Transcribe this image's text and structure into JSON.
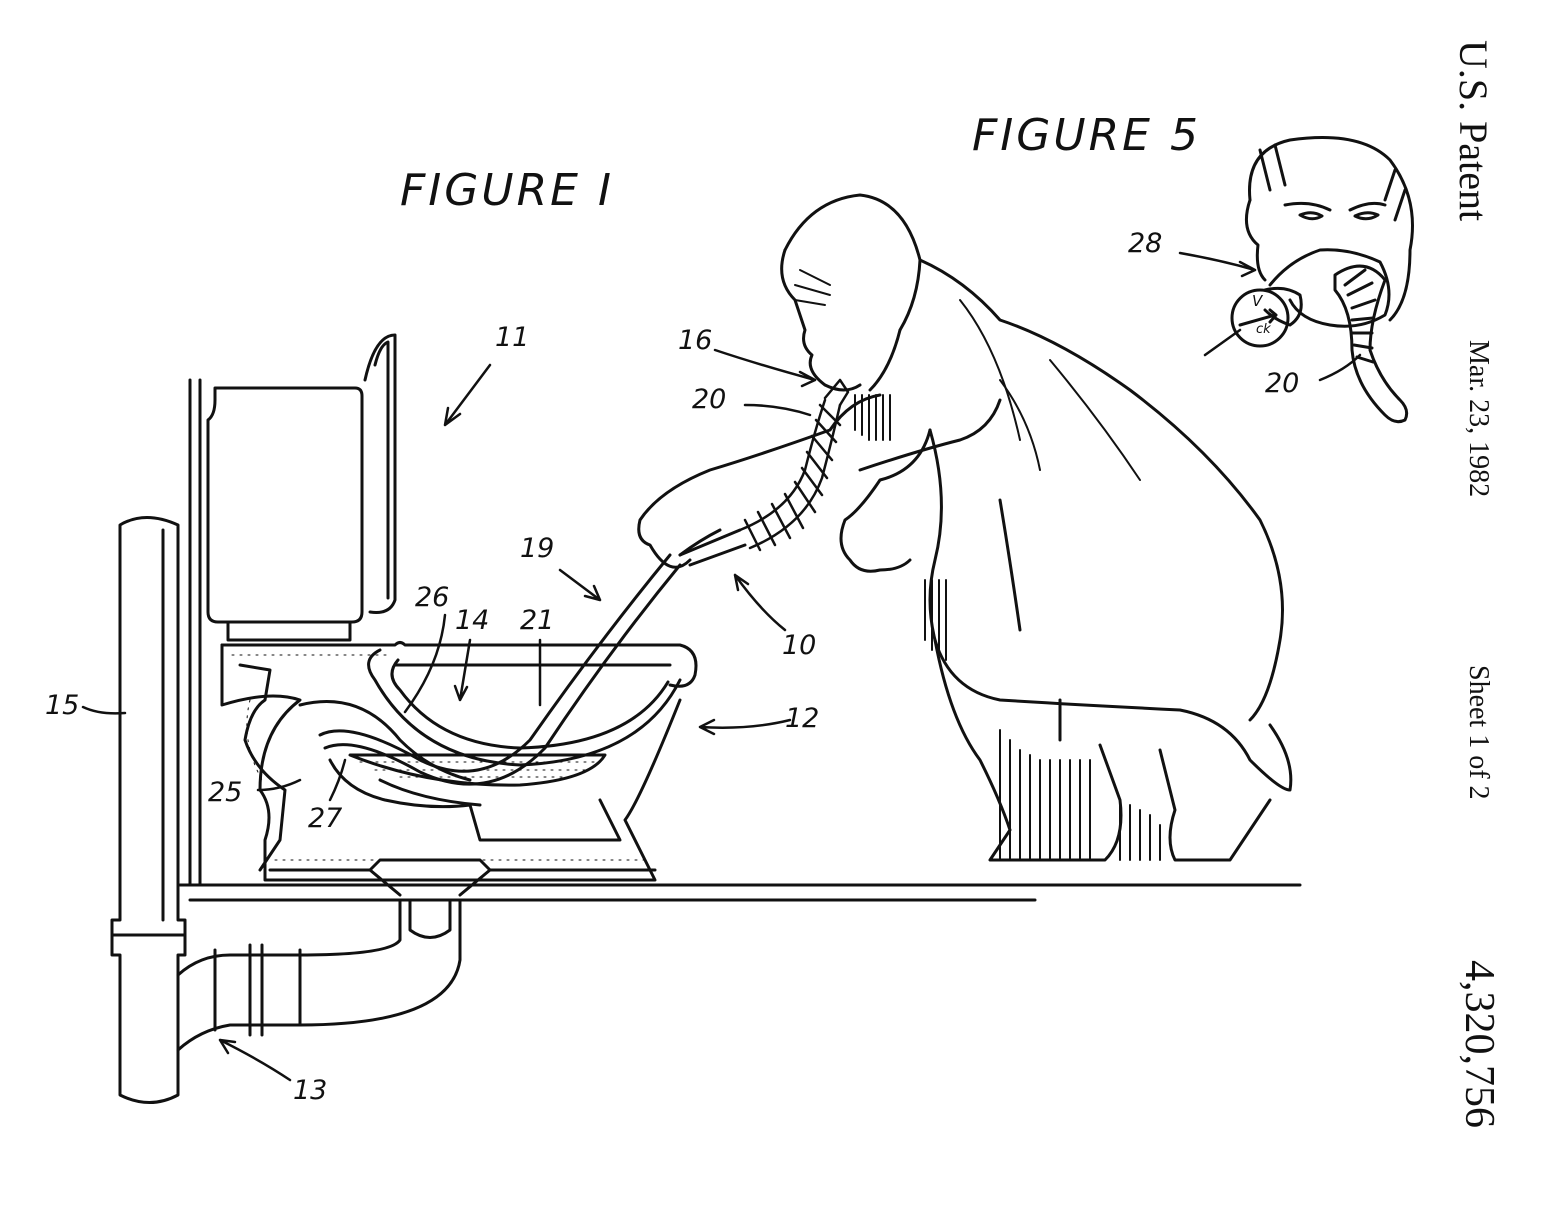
{
  "header": {
    "patent_office": "U.S. Patent",
    "date": "Mar. 23, 1982",
    "sheet": "Sheet 1 of 2",
    "patent_number": "4,320,756"
  },
  "figures": {
    "figure_1": "FIGURE I",
    "figure_5": "FIGURE 5"
  },
  "reference_numerals": {
    "r11": "11",
    "r16": "16",
    "r20a": "20",
    "r19": "19",
    "r26": "26",
    "r14": "14",
    "r21": "21",
    "r10": "10",
    "r12": "12",
    "r15": "15",
    "r25": "25",
    "r27": "27",
    "r13": "13",
    "r28": "28",
    "r20b": "20"
  },
  "valve_label": {
    "top": "V",
    "bottom": "ck"
  },
  "colors": {
    "ink": "#111111",
    "paper": "#ffffff"
  }
}
